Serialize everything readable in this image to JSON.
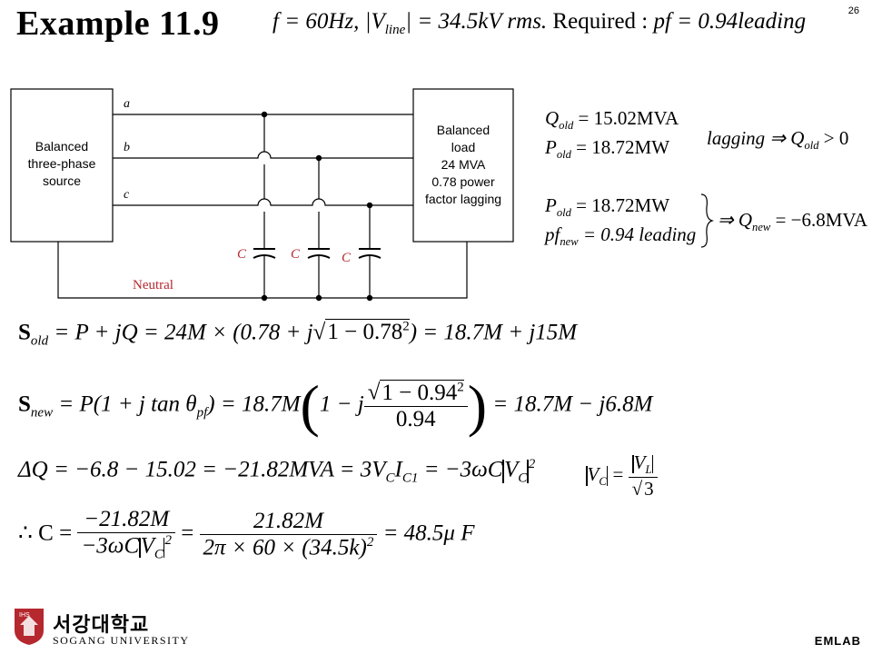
{
  "slide": {
    "title": "Example 11.9",
    "page_number": "26",
    "footer_right": "EMLAB",
    "university_korean": "서강대학교",
    "university_english": "SOGANG UNIVERSITY",
    "logo_letters": "IHS",
    "colors": {
      "logo_red": "#b5282e",
      "text": "#000000",
      "background": "#ffffff"
    }
  },
  "given": {
    "f_text": "f = 60Hz, |V",
    "line_sub": "line",
    "v_text": "| = 34.5kV rms.",
    "required_label": "Required :",
    "pf_text": "pf = 0.94leading"
  },
  "circuit": {
    "source_label_1": "Balanced",
    "source_label_2": "three-phase",
    "source_label_3": "source",
    "load_label_1": "Balanced",
    "load_label_2": "load",
    "load_label_3": "24 MVA",
    "load_label_4": "0.78 power",
    "load_label_5": "factor lagging",
    "line_a": "a",
    "line_b": "b",
    "line_c": "c",
    "cap_label": "C",
    "neutral_label": "Neutral"
  },
  "side_notes": {
    "q_old": "Q",
    "q_old_sub": "old",
    "q_old_val": " = 15.02MVA",
    "p_old": "P",
    "p_old_sub": "old",
    "p_old_val": " = 18.72MW",
    "lagging_text": "lagging ⇒ Q",
    "lagging_sub": "old",
    "lagging_val": " > 0",
    "p_old2": "P",
    "p_old2_sub": "old",
    "p_old2_val": " = 18.72MW",
    "pf_new": "pf",
    "pf_new_sub": "new",
    "pf_new_val": " = 0.94 leading",
    "result_text": "⇒ Q",
    "result_sub": "new",
    "result_val": " = −6.8MVA"
  },
  "equations": {
    "eq1_lhs": "S",
    "eq1_sub": "old",
    "eq1_mid": " = P + jQ = 24M × (0.78 + j",
    "eq1_sqrt": "1 − 0.78",
    "eq1_sup": "2",
    "eq1_rhs": ") = 18.7M + j15M",
    "eq2_lhs": "S",
    "eq2_sub": "new",
    "eq2_mid": " = P(1 + j tan θ",
    "eq2_pf_sub": "pf",
    "eq2_mid2": ") = 18.7M",
    "eq2_inner": "1 − j",
    "eq2_num": "1 − 0.94",
    "eq2_num_sup": "2",
    "eq2_den": "0.94",
    "eq2_rhs": " = 18.7M − j6.8M",
    "eq3_text": "ΔQ = −6.8 − 15.02 = −21.82MVA = 3V",
    "eq3_c_sub": "C",
    "eq3_i": "I",
    "eq3_i_sub": "C1",
    "eq3_mid": " = −3ωC",
    "eq3_v": "V",
    "eq3_v_sub": "C",
    "eq3_sup": "2",
    "vc_lhs": "V",
    "vc_lhs_sub": "C",
    "vc_num": "V",
    "vc_num_sub": "L",
    "vc_den": "3",
    "eq4_start": "∴ C =",
    "eq4_num1": "−21.82M",
    "eq4_den1": "−3ωC",
    "eq4_den1_v": "V",
    "eq4_den1_sub": "C",
    "eq4_den1_sup": "2",
    "eq4_num2": "21.82M",
    "eq4_den2": "2π × 60 × (34.5k)",
    "eq4_den2_sup": "2",
    "eq4_rhs": " = 48.5μ F"
  }
}
